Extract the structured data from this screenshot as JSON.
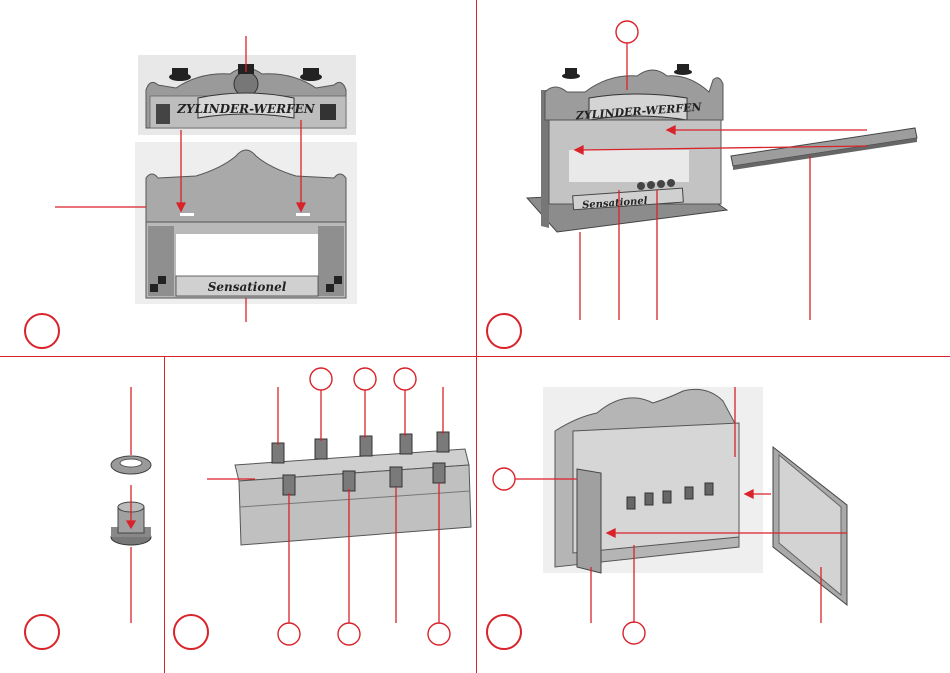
{
  "document": {
    "panel_1": {
      "sign_title": "ZYLINDER-WERFEN",
      "banner": "Sensationel"
    },
    "panel_2": {
      "sign_title": "ZYLINDER-WERFEN",
      "banner": "Sensationel"
    }
  },
  "colors": {
    "accent_red": "#d9222a",
    "part_gray": "#a8a8a8",
    "part_dark": "#555555"
  }
}
